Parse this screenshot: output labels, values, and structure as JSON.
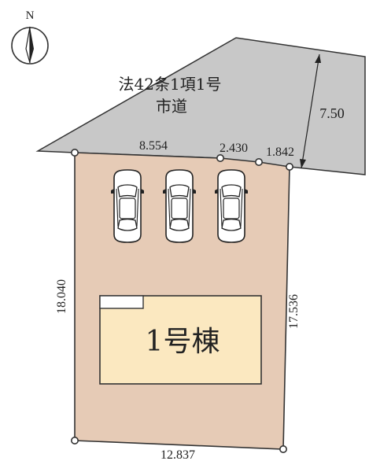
{
  "compass": {
    "letter": "N"
  },
  "road": {
    "line1": "法42条1項1号",
    "line2": "市道",
    "width": "7.50"
  },
  "dimensions": {
    "front_left": "8.554",
    "front_mid": "2.430",
    "front_right": "1.842",
    "left_side": "18.040",
    "right_side": "17.536",
    "bottom": "12.837"
  },
  "building": {
    "label": "1号棟"
  },
  "colors": {
    "road": "#c8c8c8",
    "lot": "#e6cbb6",
    "building": "#fbe8c0",
    "stroke": "#333333"
  },
  "icons": {
    "compass": "compass-north-arrow-icon",
    "car": "car-top-view-icon"
  }
}
